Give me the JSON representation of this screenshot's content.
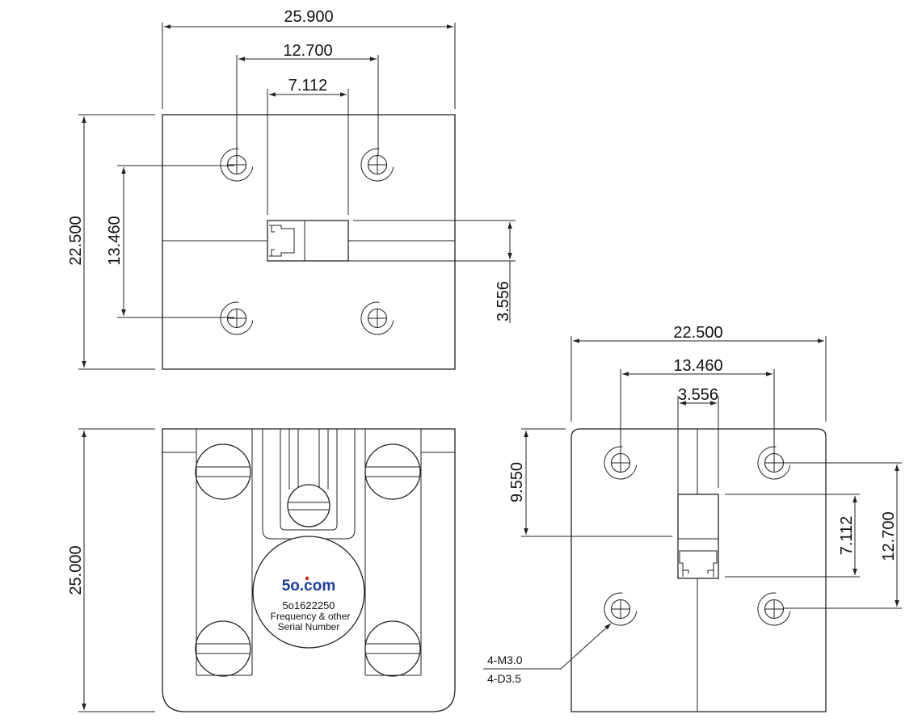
{
  "top_view": {
    "width": "25.900",
    "hole_spacing_x": "12.700",
    "port_width": "7.112",
    "height": "22.500",
    "hole_spacing_y": "13.460",
    "port_height": "3.556"
  },
  "front_view": {
    "height": "25.000",
    "label": {
      "brand": "5o.com",
      "part_number": "5o1622250",
      "line1": "Frequency & other",
      "line2": "Serial Number"
    }
  },
  "side_view": {
    "width": "22.500",
    "hole_spacing_x": "13.460",
    "port_width": "3.556",
    "port_offset": "9.550",
    "port_height": "7.112",
    "hole_spacing_y": "12.700",
    "thread_note": "4-M3.0",
    "hole_note": "4-D3.5"
  },
  "colors": {
    "line": "#222222",
    "brand": "#1f3f9c",
    "brand_dot": "#d62020"
  }
}
